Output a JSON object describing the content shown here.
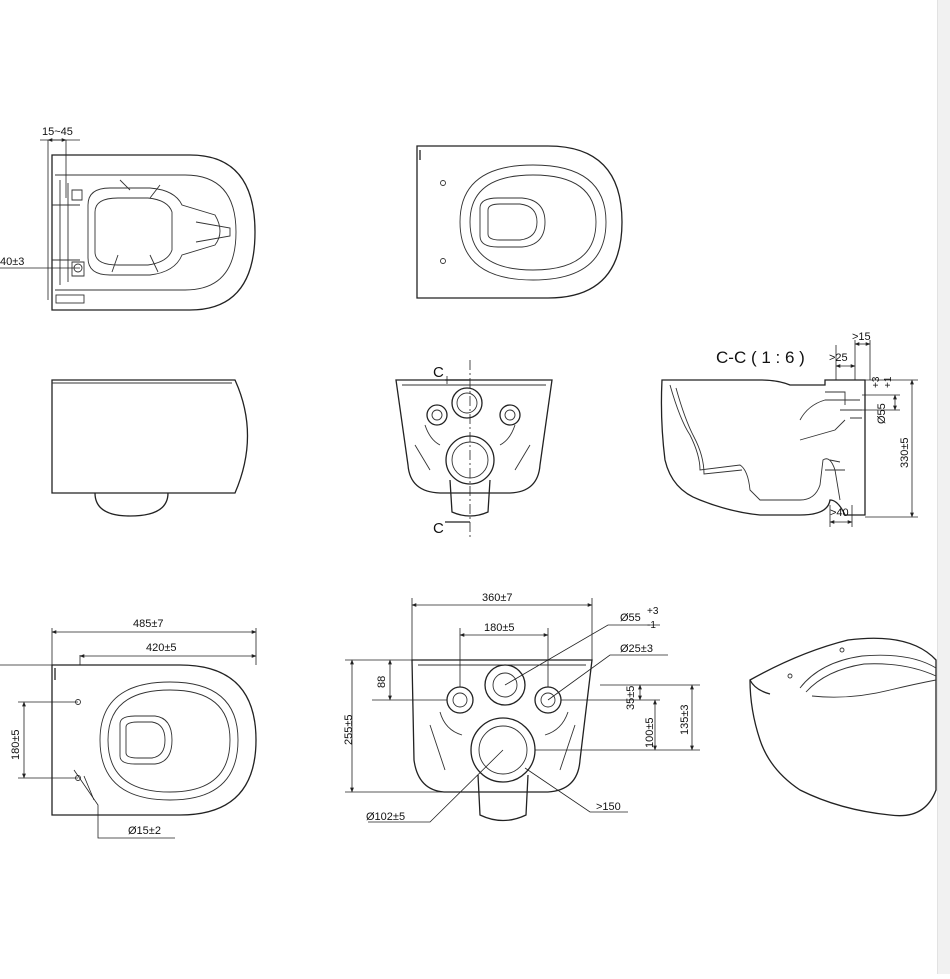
{
  "labels": {
    "top_gap": "15~45",
    "left_offset": "40±3",
    "section_title": "C-C ( 1 : 6 )",
    "section_mark_top": "C",
    "section_mark_bottom": "C",
    "sec_gt15": ">15",
    "sec_gt25": ">25",
    "sec_pipe_dia": "Ø55",
    "sec_pipe_tol_plus": "+3",
    "sec_pipe_tol_minus": "+1",
    "sec_height": "330±5",
    "sec_gt40": ">40",
    "plan_length": "485±7",
    "plan_inner": "420±5",
    "plan_bolt_spacing": "180±5",
    "plan_hole_dia": "Ø15±2",
    "rear_width": "360±7",
    "rear_spacing": "180±5",
    "rear_pipe_dia": "Ø55",
    "rear_pipe_tol_plus": "+3",
    "rear_pipe_tol_minus": "-1",
    "rear_bolt_dia": "Ø25±3",
    "rear_88": "88",
    "rear_35": "35±5",
    "rear_255": "255±5",
    "rear_100": "100±5",
    "rear_135": "135±3",
    "rear_outlet_dia": "Ø102±5",
    "rear_gt150": ">150"
  }
}
